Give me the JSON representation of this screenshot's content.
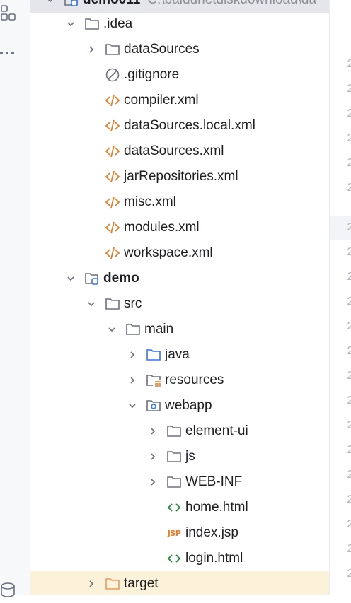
{
  "tree": {
    "root": {
      "name": "demo011",
      "path": "C:\\baidunetdiskdownload\\da"
    },
    "items": [
      {
        "label": ".idea"
      },
      {
        "label": "dataSources"
      },
      {
        "label": ".gitignore"
      },
      {
        "label": "compiler.xml"
      },
      {
        "label": "dataSources.local.xml"
      },
      {
        "label": "dataSources.xml"
      },
      {
        "label": "jarRepositories.xml"
      },
      {
        "label": "misc.xml"
      },
      {
        "label": "modules.xml"
      },
      {
        "label": "workspace.xml"
      },
      {
        "label": "demo"
      },
      {
        "label": "src"
      },
      {
        "label": "main"
      },
      {
        "label": "java"
      },
      {
        "label": "resources"
      },
      {
        "label": "webapp"
      },
      {
        "label": "element-ui"
      },
      {
        "label": "js"
      },
      {
        "label": "WEB-INF"
      },
      {
        "label": "home.html"
      },
      {
        "label": "index.jsp",
        "icon_text": "JSP"
      },
      {
        "label": "login.html"
      },
      {
        "label": "target"
      }
    ]
  },
  "gutter": {
    "digit": "2"
  },
  "colors": {
    "folder": "#6c707e",
    "source_folder": "#3574f0",
    "xml_icon": "#e57e27",
    "html_icon": "#208a3c",
    "excluded_bg": "#fcf2d9",
    "excluded_folder": "#e99a5b"
  }
}
